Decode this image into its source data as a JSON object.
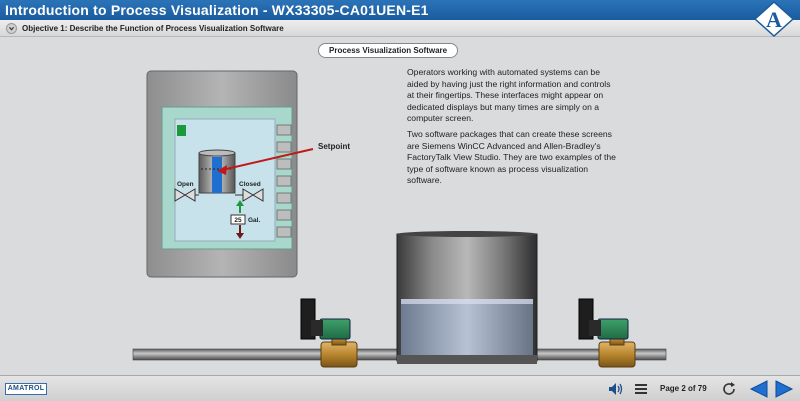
{
  "header": {
    "title": "Introduction to Process Visualization - WX33305-CA01UEN-E1",
    "logo_letter": "A"
  },
  "objective": {
    "text": "Objective 1: Describe the Function of Process Visualization Software"
  },
  "slide": {
    "title": "Process Visualization Software",
    "paragraphs": [
      "Operators working with automated systems can be aided by having just the right information and controls at their fingertips. These interfaces might appear on dedicated displays but many times are simply on a computer screen.",
      "Two software packages that can create these screens are Siemens WinCC Advanced and Allen-Bradley's FactoryTalk View Studio. They are two examples of the type of software known as process visualization software."
    ],
    "hmi": {
      "setpoint_label": "Setpoint",
      "open_label": "Open",
      "closed_label": "Closed",
      "gallons_value": "25",
      "gallons_unit": "Gal."
    }
  },
  "footer": {
    "brand": "AMATROL",
    "page_indicator": "Page 2 of 79"
  },
  "colors": {
    "title_bar": "#1a5c9e",
    "accent_blue": "#1e6fd0",
    "screen_teal": "#a8d8cc",
    "valve_green": "#2e8b57"
  }
}
